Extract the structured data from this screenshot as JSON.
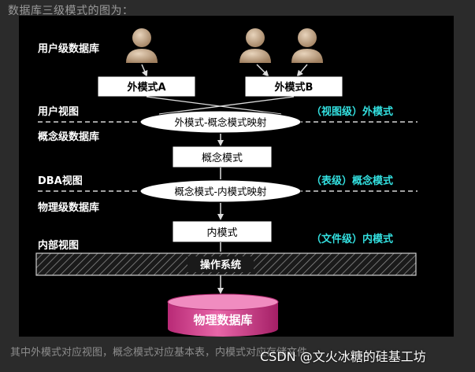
{
  "caption_top": "数据库三级模式的图为：",
  "caption_bottom": "其中外模式对应视图，概念模式对应基本表，内模式对应存储文件。",
  "watermark": "CSDN @文火冰糖的硅基工坊",
  "levels": {
    "user_db": "用户级数据库",
    "user_view": "用户视图",
    "concept_db": "概念级数据库",
    "dba_view": "DBA视图",
    "physical_db": "物理级数据库",
    "internal_view": "内部视图"
  },
  "boxes": {
    "ext_a": "外模式A",
    "ext_b": "外模式B",
    "concept": "概念模式",
    "internal": "内模式",
    "os": "操作系统",
    "physical_db": "物理数据库"
  },
  "mappings": {
    "ext_concept": "外模式-概念模式映射",
    "concept_internal": "概念模式-内模式映射"
  },
  "annotations": {
    "view": "（视图级）外模式",
    "table": "（表级）概念模式",
    "file": "（文件级）内模式"
  },
  "colors": {
    "panel": "#000000",
    "accent_cyan": "#33e0e0",
    "db_magenta": "#d23c8c",
    "user_brown": "#b89878"
  }
}
